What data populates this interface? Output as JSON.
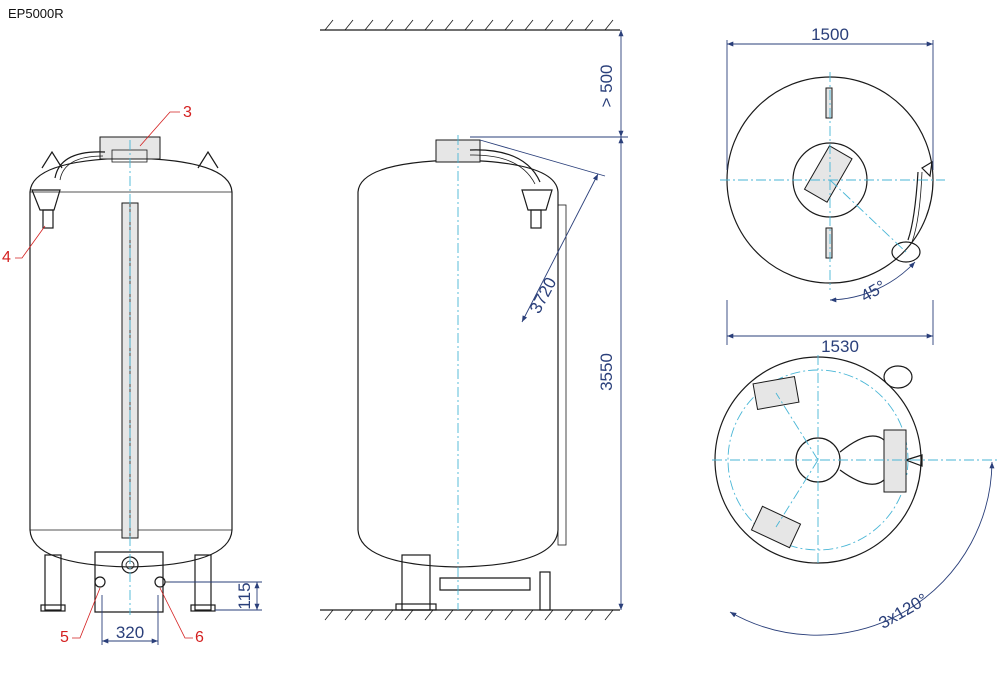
{
  "title": "EP5000R",
  "callouts": {
    "c3": "3",
    "c4": "4",
    "c5": "5",
    "c6": "6"
  },
  "dimensions": {
    "base_width": "320",
    "outlet_height": "115",
    "clearance_top": "> 500",
    "total_height": "3550",
    "diagonal": "3720",
    "top_diameter": "1500",
    "bottom_diameter": "1530",
    "angle_45": "45°",
    "angle_3x120": "3x120°"
  },
  "colors": {
    "dimension": "#2a3f7a",
    "centerline": "#49b6d6",
    "callout": "#d42020",
    "outline": "#1a1a1a"
  }
}
